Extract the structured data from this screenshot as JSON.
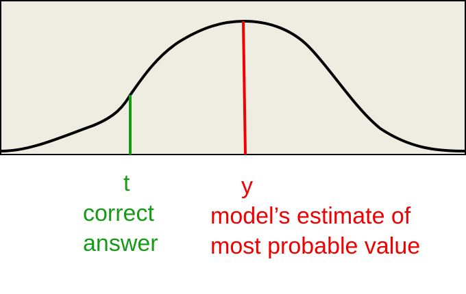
{
  "colors": {
    "panel": "#efece2",
    "border": "#000000",
    "curve": "#000000",
    "target": "#169b16",
    "estimate": "#f00000"
  },
  "labels": {
    "target_symbol": "t",
    "target_text_line1": "correct",
    "target_text_line2": "answer",
    "estimate_symbol": "y",
    "estimate_text_line1": "model’s estimate of",
    "estimate_text_line2": "most probable value"
  }
}
